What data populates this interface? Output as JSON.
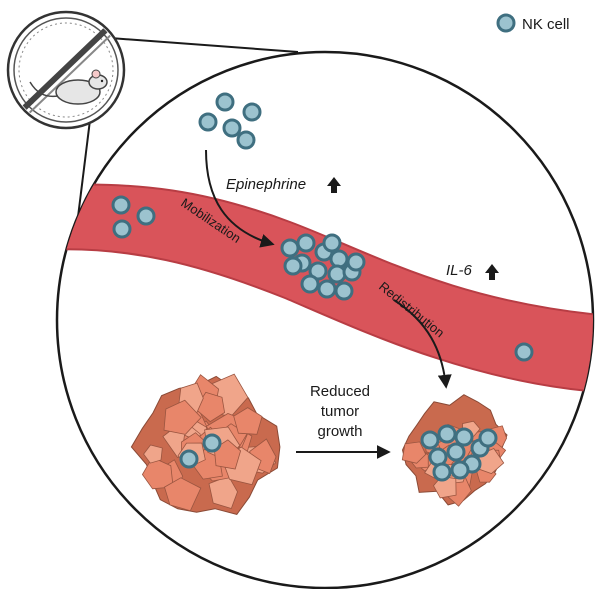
{
  "legend": {
    "label": "NK cell",
    "icon": "nk-cell-icon"
  },
  "labels": {
    "epinephrine": "Epinephrine",
    "il6": "IL-6",
    "mobilization": "Mobilization",
    "redistribution": "Redistribution",
    "reduced_tumor_growth": [
      "Reduced",
      "tumor",
      "growth"
    ]
  },
  "icons": {
    "mouse_wheel": "mouse-running-wheel-icon",
    "up_arrow": "up-arrow-icon"
  },
  "colors": {
    "vessel": "#d9545a",
    "vessel_edge": "#b83d44",
    "nk_cell_fill": "#9cc3cf",
    "nk_cell_ring": "#3f6f80",
    "tumor": "#e8866a",
    "tumor_dark": "#c96a4e",
    "outline": "#2a2a2a"
  }
}
